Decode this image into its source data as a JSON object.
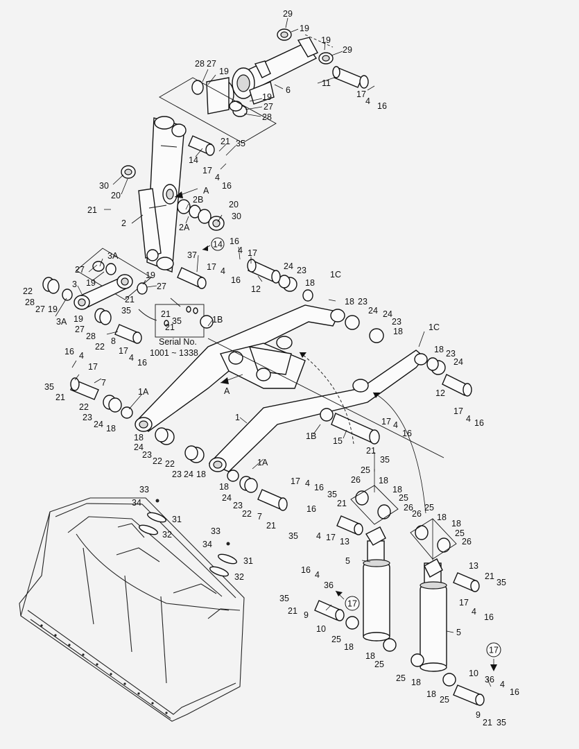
{
  "diagram": {
    "serial_box": {
      "line1": "Serial No.",
      "line2": "1001 ~ 1338",
      "inner_labels": [
        "21",
        "35",
        "21"
      ]
    },
    "callouts": {
      "circled_14": "14",
      "circled_17_a": "17",
      "circled_17_b": "17",
      "view_a_top": "A",
      "view_a_mid": "A"
    },
    "labels": [
      {
        "id": "l1",
        "text": "29"
      },
      {
        "id": "l2",
        "text": "19"
      },
      {
        "id": "l3",
        "text": "19"
      },
      {
        "id": "l4",
        "text": "29"
      },
      {
        "id": "l5",
        "text": "28"
      },
      {
        "id": "l6",
        "text": "27"
      },
      {
        "id": "l7",
        "text": "19"
      },
      {
        "id": "l8",
        "text": "6"
      },
      {
        "id": "l9",
        "text": "11"
      },
      {
        "id": "l10",
        "text": "17"
      },
      {
        "id": "l11",
        "text": "4"
      },
      {
        "id": "l12",
        "text": "16"
      },
      {
        "id": "l13",
        "text": "19"
      },
      {
        "id": "l14",
        "text": "27"
      },
      {
        "id": "l15",
        "text": "28"
      },
      {
        "id": "l16",
        "text": "21"
      },
      {
        "id": "l17",
        "text": "35"
      },
      {
        "id": "l18",
        "text": "14"
      },
      {
        "id": "l19",
        "text": "17"
      },
      {
        "id": "l20",
        "text": "4"
      },
      {
        "id": "l21",
        "text": "16"
      },
      {
        "id": "l22",
        "text": "30"
      },
      {
        "id": "l23",
        "text": "20"
      },
      {
        "id": "l24",
        "text": "2B"
      },
      {
        "id": "l25",
        "text": "20"
      },
      {
        "id": "l26",
        "text": "2A"
      },
      {
        "id": "l27",
        "text": "30"
      },
      {
        "id": "l28",
        "text": "21"
      },
      {
        "id": "l29",
        "text": "2"
      },
      {
        "id": "l30",
        "text": "37"
      },
      {
        "id": "l31",
        "text": "16"
      },
      {
        "id": "l32",
        "text": "4"
      },
      {
        "id": "l33",
        "text": "17"
      },
      {
        "id": "l34",
        "text": "17"
      },
      {
        "id": "l35",
        "text": "4"
      },
      {
        "id": "l36",
        "text": "16"
      },
      {
        "id": "l37",
        "text": "12"
      },
      {
        "id": "l38",
        "text": "24"
      },
      {
        "id": "l39",
        "text": "23"
      },
      {
        "id": "l40",
        "text": "18"
      },
      {
        "id": "l41",
        "text": "1C"
      },
      {
        "id": "l42",
        "text": "3A"
      },
      {
        "id": "l43",
        "text": "27"
      },
      {
        "id": "l44",
        "text": "19"
      },
      {
        "id": "l45",
        "text": "3"
      },
      {
        "id": "l46",
        "text": "19"
      },
      {
        "id": "l47",
        "text": "27"
      },
      {
        "id": "l48",
        "text": "22"
      },
      {
        "id": "l49",
        "text": "28"
      },
      {
        "id": "l50",
        "text": "27"
      },
      {
        "id": "l51",
        "text": "19"
      },
      {
        "id": "l52",
        "text": "3A"
      },
      {
        "id": "l53",
        "text": "21"
      },
      {
        "id": "l54",
        "text": "35"
      },
      {
        "id": "l55",
        "text": "19"
      },
      {
        "id": "l56",
        "text": "27"
      },
      {
        "id": "l57",
        "text": "28"
      },
      {
        "id": "l58",
        "text": "22"
      },
      {
        "id": "l59",
        "text": "8"
      },
      {
        "id": "l60",
        "text": "17"
      },
      {
        "id": "l61",
        "text": "4"
      },
      {
        "id": "l62",
        "text": "16"
      },
      {
        "id": "l63",
        "text": "1B"
      },
      {
        "id": "l64",
        "text": "18"
      },
      {
        "id": "l65",
        "text": "23"
      },
      {
        "id": "l66",
        "text": "24"
      },
      {
        "id": "l67",
        "text": "24"
      },
      {
        "id": "l68",
        "text": "23"
      },
      {
        "id": "l69",
        "text": "18"
      },
      {
        "id": "l70",
        "text": "1C"
      },
      {
        "id": "l71",
        "text": "18"
      },
      {
        "id": "l72",
        "text": "23"
      },
      {
        "id": "l73",
        "text": "24"
      },
      {
        "id": "l74",
        "text": "12"
      },
      {
        "id": "l75",
        "text": "17"
      },
      {
        "id": "l76",
        "text": "4"
      },
      {
        "id": "l77",
        "text": "16"
      },
      {
        "id": "l78",
        "text": "16"
      },
      {
        "id": "l79",
        "text": "4"
      },
      {
        "id": "l80",
        "text": "17"
      },
      {
        "id": "l81",
        "text": "7"
      },
      {
        "id": "l82",
        "text": "35"
      },
      {
        "id": "l83",
        "text": "21"
      },
      {
        "id": "l84",
        "text": "1A"
      },
      {
        "id": "l85",
        "text": "22"
      },
      {
        "id": "l86",
        "text": "23"
      },
      {
        "id": "l87",
        "text": "24"
      },
      {
        "id": "l88",
        "text": "18"
      },
      {
        "id": "l89",
        "text": "1"
      },
      {
        "id": "l90",
        "text": "1B"
      },
      {
        "id": "l91",
        "text": "15"
      },
      {
        "id": "l92",
        "text": "17"
      },
      {
        "id": "l93",
        "text": "4"
      },
      {
        "id": "l94",
        "text": "16"
      },
      {
        "id": "l95",
        "text": "21"
      },
      {
        "id": "l96",
        "text": "35"
      },
      {
        "id": "l97",
        "text": "18"
      },
      {
        "id": "l98",
        "text": "24"
      },
      {
        "id": "l99",
        "text": "23"
      },
      {
        "id": "l100",
        "text": "22"
      },
      {
        "id": "l101",
        "text": "22"
      },
      {
        "id": "l102",
        "text": "23"
      },
      {
        "id": "l103",
        "text": "24"
      },
      {
        "id": "l104",
        "text": "18"
      },
      {
        "id": "l105",
        "text": "1A"
      },
      {
        "id": "l106",
        "text": "18"
      },
      {
        "id": "l107",
        "text": "24"
      },
      {
        "id": "l108",
        "text": "23"
      },
      {
        "id": "l109",
        "text": "22"
      },
      {
        "id": "l110",
        "text": "7"
      },
      {
        "id": "l111",
        "text": "17"
      },
      {
        "id": "l112",
        "text": "4"
      },
      {
        "id": "l113",
        "text": "16"
      },
      {
        "id": "l114",
        "text": "21"
      },
      {
        "id": "l115",
        "text": "35"
      },
      {
        "id": "l116",
        "text": "35"
      },
      {
        "id": "l117",
        "text": "21"
      },
      {
        "id": "l118",
        "text": "16"
      },
      {
        "id": "l119",
        "text": "4"
      },
      {
        "id": "l120",
        "text": "17"
      },
      {
        "id": "l121",
        "text": "13"
      },
      {
        "id": "l122",
        "text": "25"
      },
      {
        "id": "l123",
        "text": "26"
      },
      {
        "id": "l124",
        "text": "18"
      },
      {
        "id": "l125",
        "text": "18"
      },
      {
        "id": "l126",
        "text": "25"
      },
      {
        "id": "l127",
        "text": "26"
      },
      {
        "id": "l128",
        "text": "25"
      },
      {
        "id": "l129",
        "text": "26"
      },
      {
        "id": "l130",
        "text": "18"
      },
      {
        "id": "l131",
        "text": "18"
      },
      {
        "id": "l132",
        "text": "25"
      },
      {
        "id": "l133",
        "text": "26"
      },
      {
        "id": "l134",
        "text": "5"
      },
      {
        "id": "l135",
        "text": "13"
      },
      {
        "id": "l136",
        "text": "21"
      },
      {
        "id": "l137",
        "text": "35"
      },
      {
        "id": "l138",
        "text": "17"
      },
      {
        "id": "l139",
        "text": "4"
      },
      {
        "id": "l140",
        "text": "16"
      },
      {
        "id": "l141",
        "text": "33"
      },
      {
        "id": "l142",
        "text": "34"
      },
      {
        "id": "l143",
        "text": "31"
      },
      {
        "id": "l144",
        "text": "32"
      },
      {
        "id": "l145",
        "text": "33"
      },
      {
        "id": "l146",
        "text": "34"
      },
      {
        "id": "l147",
        "text": "31"
      },
      {
        "id": "l148",
        "text": "32"
      },
      {
        "id": "l149",
        "text": "16"
      },
      {
        "id": "l150",
        "text": "4"
      },
      {
        "id": "l151",
        "text": "36"
      },
      {
        "id": "l152",
        "text": "35"
      },
      {
        "id": "l153",
        "text": "21"
      },
      {
        "id": "l154",
        "text": "9"
      },
      {
        "id": "l155",
        "text": "10"
      },
      {
        "id": "l156",
        "text": "25"
      },
      {
        "id": "l157",
        "text": "18"
      },
      {
        "id": "l158",
        "text": "18"
      },
      {
        "id": "l159",
        "text": "25"
      },
      {
        "id": "l160",
        "text": "5"
      },
      {
        "id": "l161",
        "text": "25"
      },
      {
        "id": "l162",
        "text": "18"
      },
      {
        "id": "l163",
        "text": "18"
      },
      {
        "id": "l164",
        "text": "25"
      },
      {
        "id": "l165",
        "text": "10"
      },
      {
        "id": "l166",
        "text": "36"
      },
      {
        "id": "l167",
        "text": "4"
      },
      {
        "id": "l168",
        "text": "16"
      },
      {
        "id": "l169",
        "text": "9"
      },
      {
        "id": "l170",
        "text": "21"
      },
      {
        "id": "l171",
        "text": "35"
      }
    ]
  }
}
